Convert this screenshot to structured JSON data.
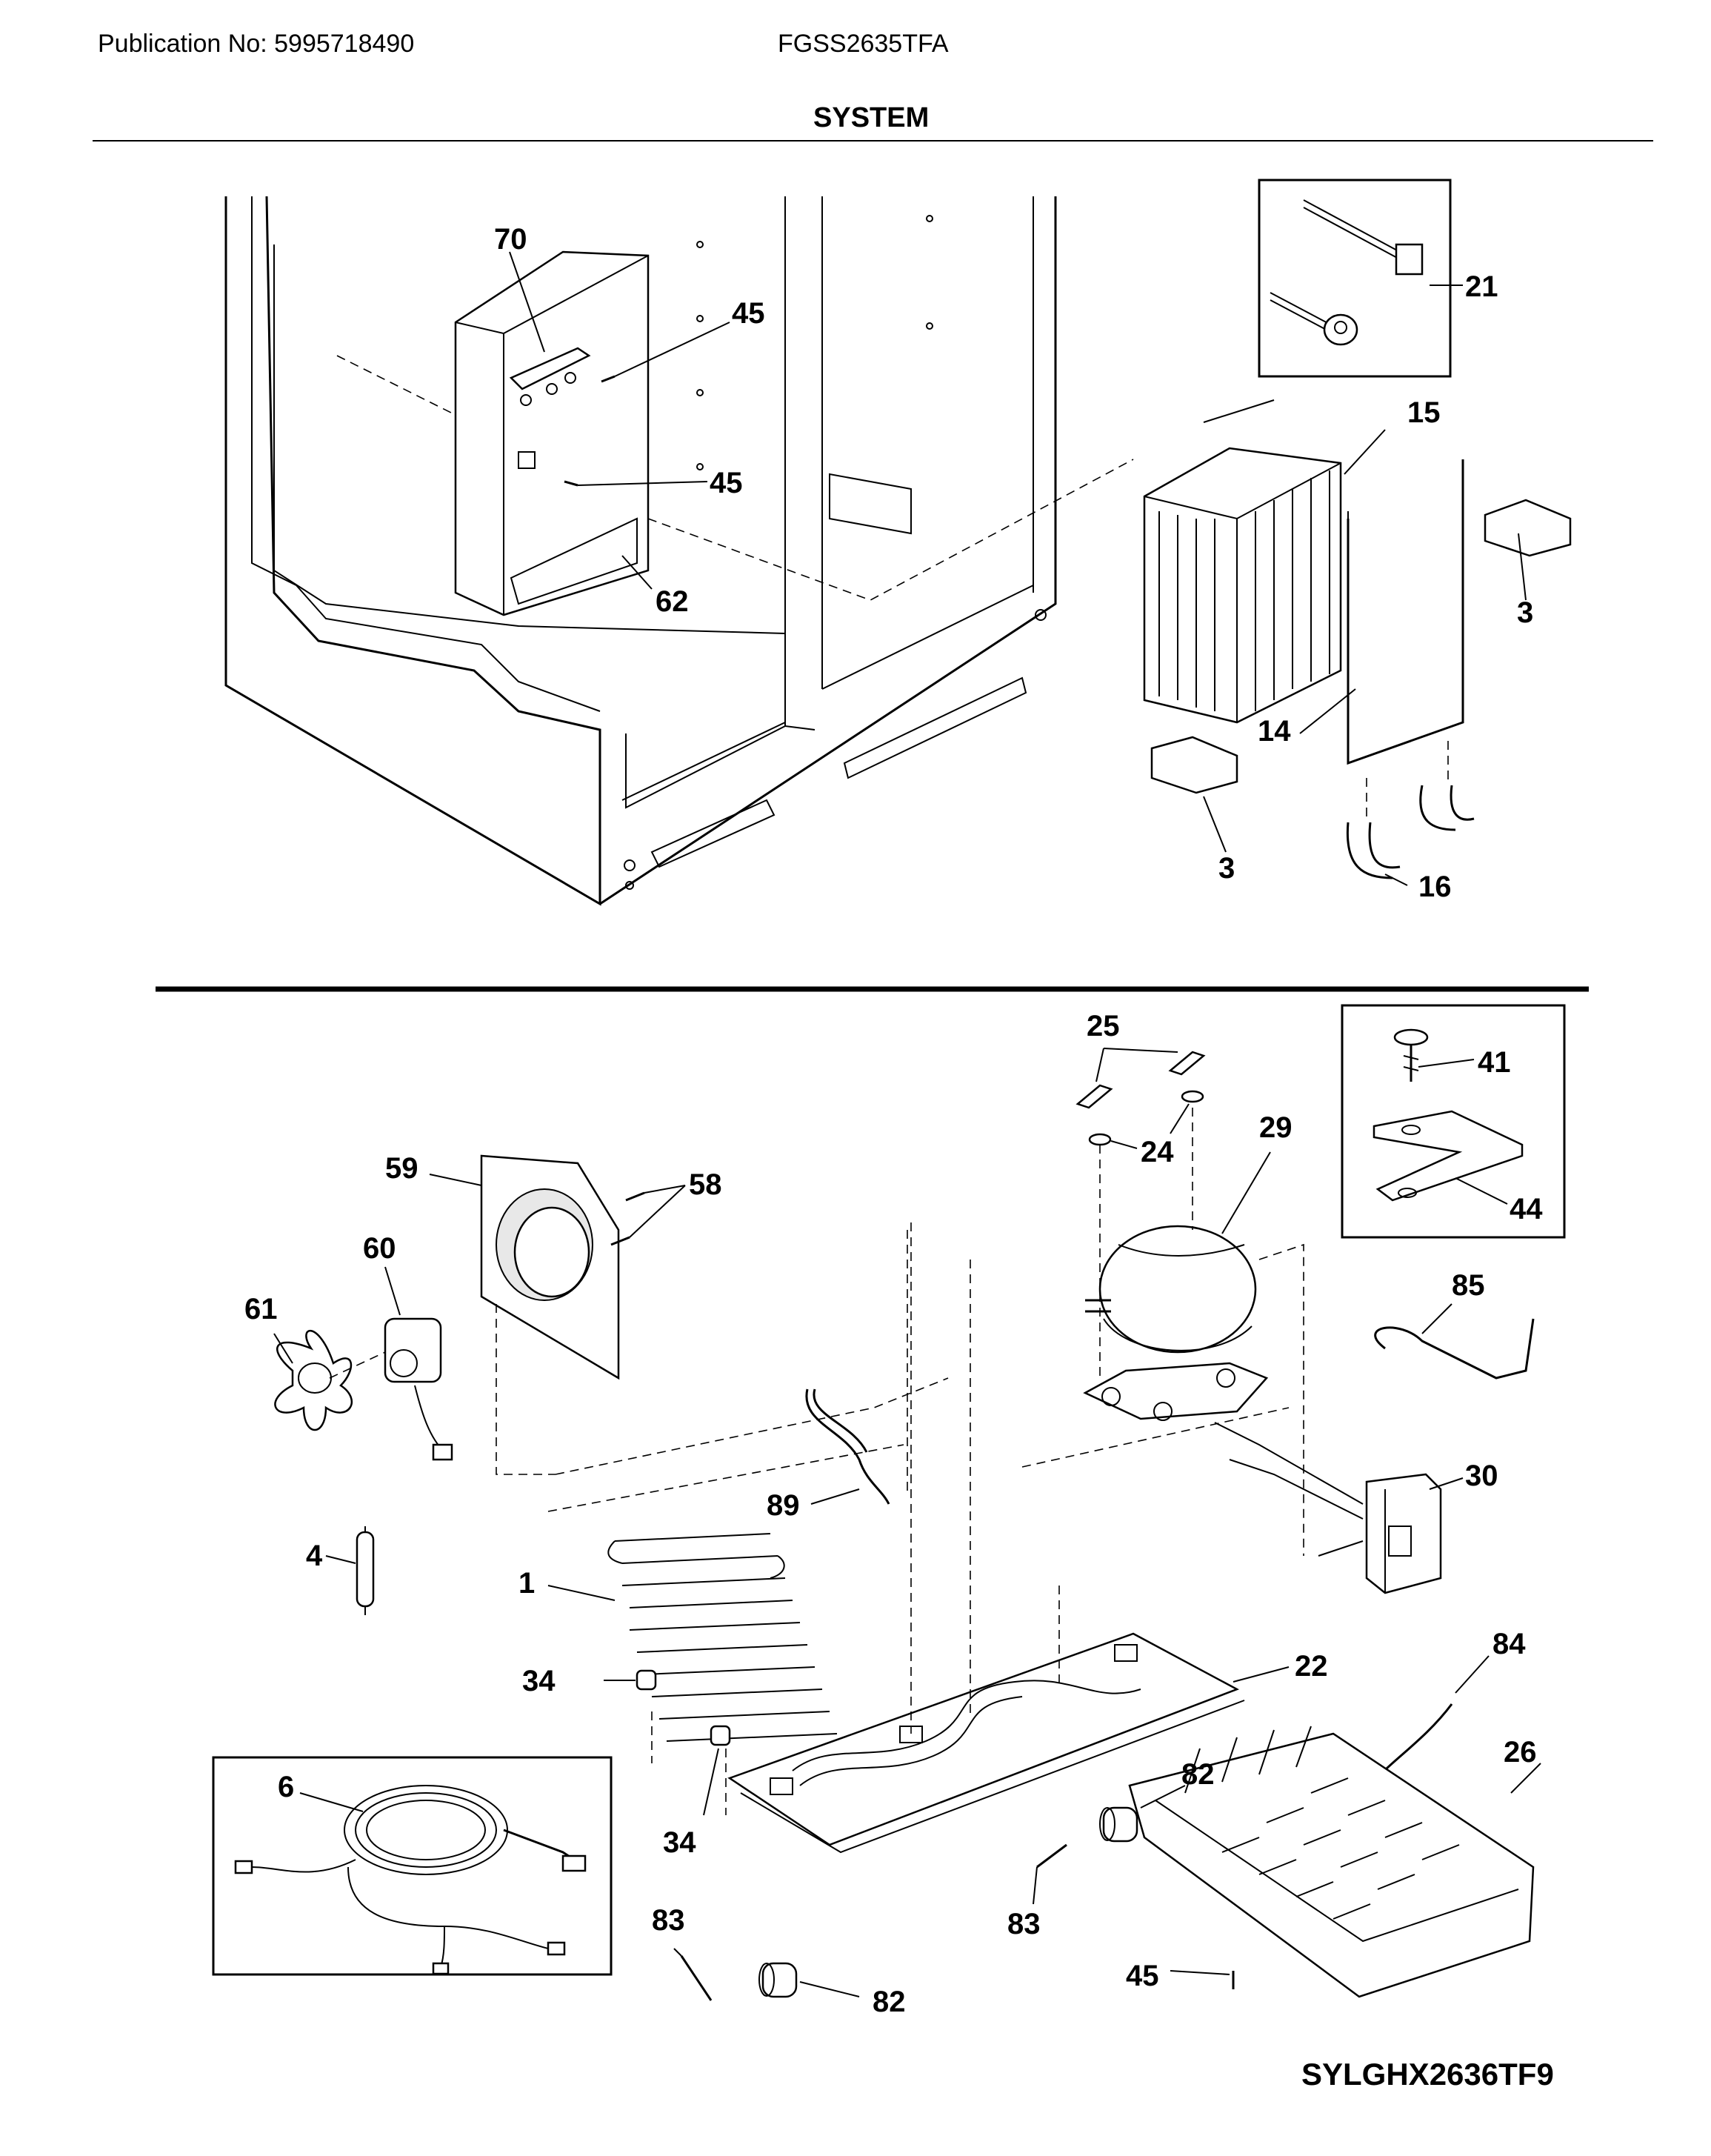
{
  "header": {
    "publication": "Publication No: 5995718490",
    "model": "FGSS2635TFA",
    "section_title": "SYSTEM"
  },
  "footer": {
    "diagram_code": "SYLGHX2636TF9"
  },
  "callouts": {
    "c70": "70",
    "c45a": "45",
    "c45b": "45",
    "c62": "62",
    "c21": "21",
    "c15": "15",
    "c3a": "3",
    "c14": "14",
    "c3b": "3",
    "c16": "16",
    "c25": "25",
    "c24": "24",
    "c29": "29",
    "c41": "41",
    "c44": "44",
    "c59": "59",
    "c58": "58",
    "c60": "60",
    "c61": "61",
    "c85": "85",
    "c30": "30",
    "c89": "89",
    "c4": "4",
    "c1": "1",
    "c34a": "34",
    "c34b": "34",
    "c22": "22",
    "c84": "84",
    "c26": "26",
    "c6": "6",
    "c82a": "82",
    "c82b": "82",
    "c83a": "83",
    "c83b": "83",
    "c45c": "45"
  }
}
